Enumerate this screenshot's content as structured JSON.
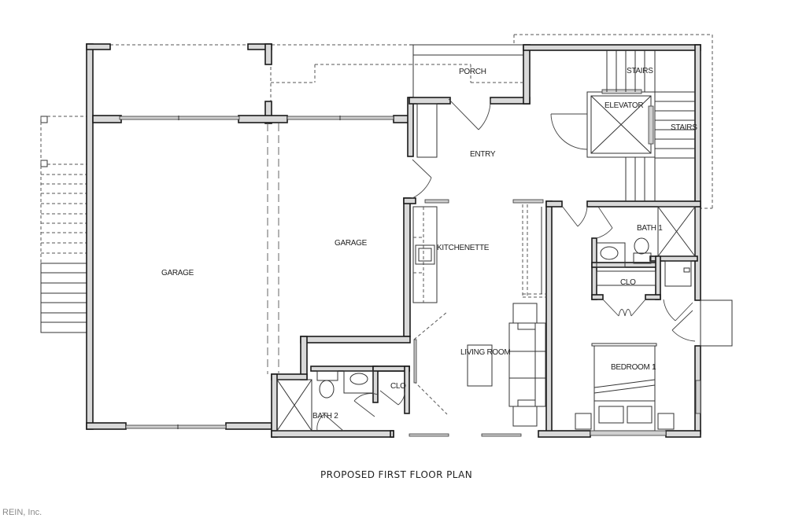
{
  "plan": {
    "title": "PROPOSED FIRST FLOOR PLAN",
    "credit": "REIN, Inc."
  },
  "rooms": {
    "garage_left": "GARAGE",
    "garage_right": "GARAGE",
    "porch": "PORCH",
    "entry": "ENTRY",
    "stairs_top": "STAIRS",
    "stairs_right": "STAIRS",
    "elevator": "ELEVATOR",
    "kitchenette": "KITCHENETTE",
    "living_room": "LIVING ROOM",
    "bath_1": "BATH 1",
    "closet_1": "CLO",
    "bedroom_1": "BEDROOM 1",
    "bath_2": "BATH 2",
    "closet_2": "CLO"
  },
  "colors": {
    "wall_fill": "#d9d9d9",
    "wall_stroke": "#1a1a1a",
    "line": "#333333",
    "credit_text": "#8a8a8a"
  }
}
